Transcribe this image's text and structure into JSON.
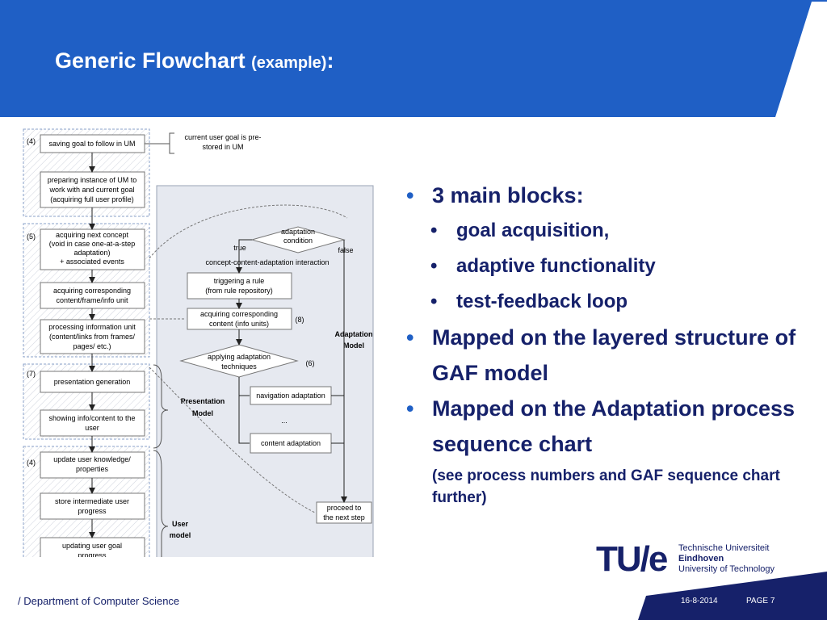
{
  "slide": {
    "title": "Generic Flowchart",
    "title_sub": "(example)",
    "title_colon": ":"
  },
  "diagram": {
    "left": {
      "n1": "(4)",
      "b1": "saving goal to follow in UM",
      "b2": [
        "preparing instance of UM to",
        "work with and current goal",
        "(acquiring full user profile)"
      ],
      "n2": "(5)",
      "b3": [
        "acquiring next concept",
        "(void in case one-at-a-step",
        "adaptation)",
        "+ associated events"
      ],
      "b4": [
        "acquiring corresponding",
        "content/frame/info unit"
      ],
      "b5": [
        "processing information unit",
        "(content/links from frames/",
        "pages/ etc.)"
      ],
      "n3": "(7)",
      "b6": "presentation generation",
      "b7": [
        "showing info/content to the",
        "user"
      ],
      "n4": "(4)",
      "b8": [
        "update user knowledge/",
        "properties"
      ],
      "b9": [
        "store intermediate user",
        "progress"
      ],
      "b10": [
        "updating user goal",
        "progress"
      ]
    },
    "note": [
      "current user goal is pre-",
      "stored in UM"
    ],
    "middle": {
      "decision": [
        "adaptation",
        "condition"
      ],
      "true_label": "true",
      "false_label": "false",
      "interaction": "concept-content-adaptation interaction",
      "rule": [
        "triggering a rule",
        "(from rule repository)"
      ],
      "content": [
        "acquiring corresponding",
        "content (info units)"
      ],
      "n8": "(8)",
      "apply": [
        "applying adaptation",
        "techniques"
      ],
      "n6": "(6)",
      "nav": "navigation adaptation",
      "dots": "...",
      "content_adapt": "content adaptation",
      "proceed": [
        "proceed to",
        "the next step"
      ],
      "adaptation_model": [
        "Adaptation",
        "Model"
      ],
      "presentation_model": [
        "Presentation",
        "Model"
      ],
      "user_model": [
        "User",
        "model"
      ]
    }
  },
  "bullets": {
    "b1": "3 main blocks:",
    "sub1": "goal acquisition,",
    "sub2": "adaptive functionality",
    "sub3": "test-feedback loop",
    "b2": "Mapped on the layered structure of GAF model",
    "b3": "Mapped on the  Adaptation process sequence chart",
    "note": "(see process numbers and GAF sequence chart further)"
  },
  "footer": {
    "department": "/ Department of Computer Science",
    "date": "16-8-2014",
    "page": "PAGE 7"
  },
  "logo": {
    "mark": "TU/e",
    "line1": "Technische Universiteit",
    "line2": "Eindhoven",
    "line3": "University of Technology"
  },
  "colors": {
    "header_blue": "#1f5fc5",
    "navy": "#16216a",
    "logo_red": "#d21a1a"
  }
}
